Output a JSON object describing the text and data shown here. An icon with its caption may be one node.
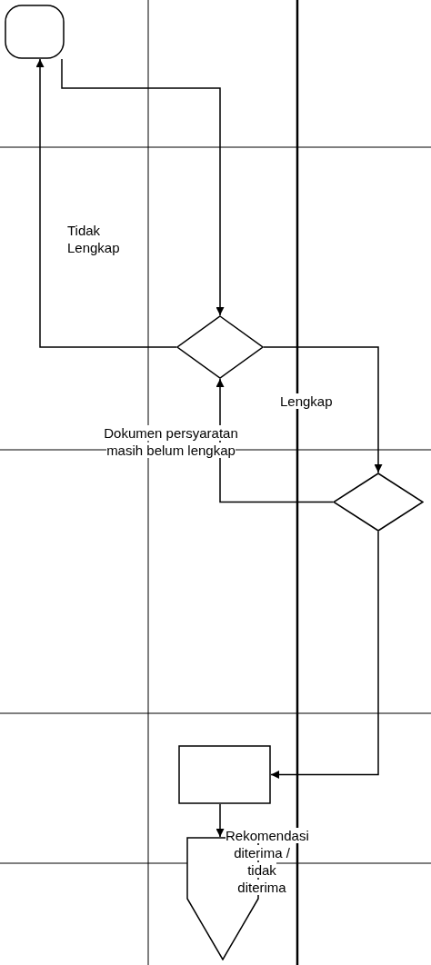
{
  "diagram": {
    "nodes": [
      {
        "text": [],
        "shape": "terminator"
      },
      {
        "text": [],
        "shape": "diamond"
      },
      {
        "text": [],
        "shape": "diamond"
      },
      {
        "text": [],
        "shape": "box"
      },
      {
        "text": [],
        "shape": "pentagon"
      }
    ],
    "edges": [
      {
        "from": 0,
        "to": 1,
        "arrow": "to"
      },
      {
        "from": 1,
        "to": 0,
        "arrow": "to",
        "label": "Tidak Lengkap"
      },
      {
        "from": 1,
        "to": 2,
        "arrow": "to",
        "label": "Lengkap"
      },
      {
        "from": 2,
        "to": 1,
        "arrow": "to",
        "label": "Dokumen persyaratan masih belum lengkap"
      },
      {
        "from": 2,
        "to": 3,
        "arrow": "to"
      },
      {
        "from": 3,
        "to": 4,
        "arrow": "to",
        "label": "Rekomendasi diterima / tidak diterima"
      }
    ]
  }
}
